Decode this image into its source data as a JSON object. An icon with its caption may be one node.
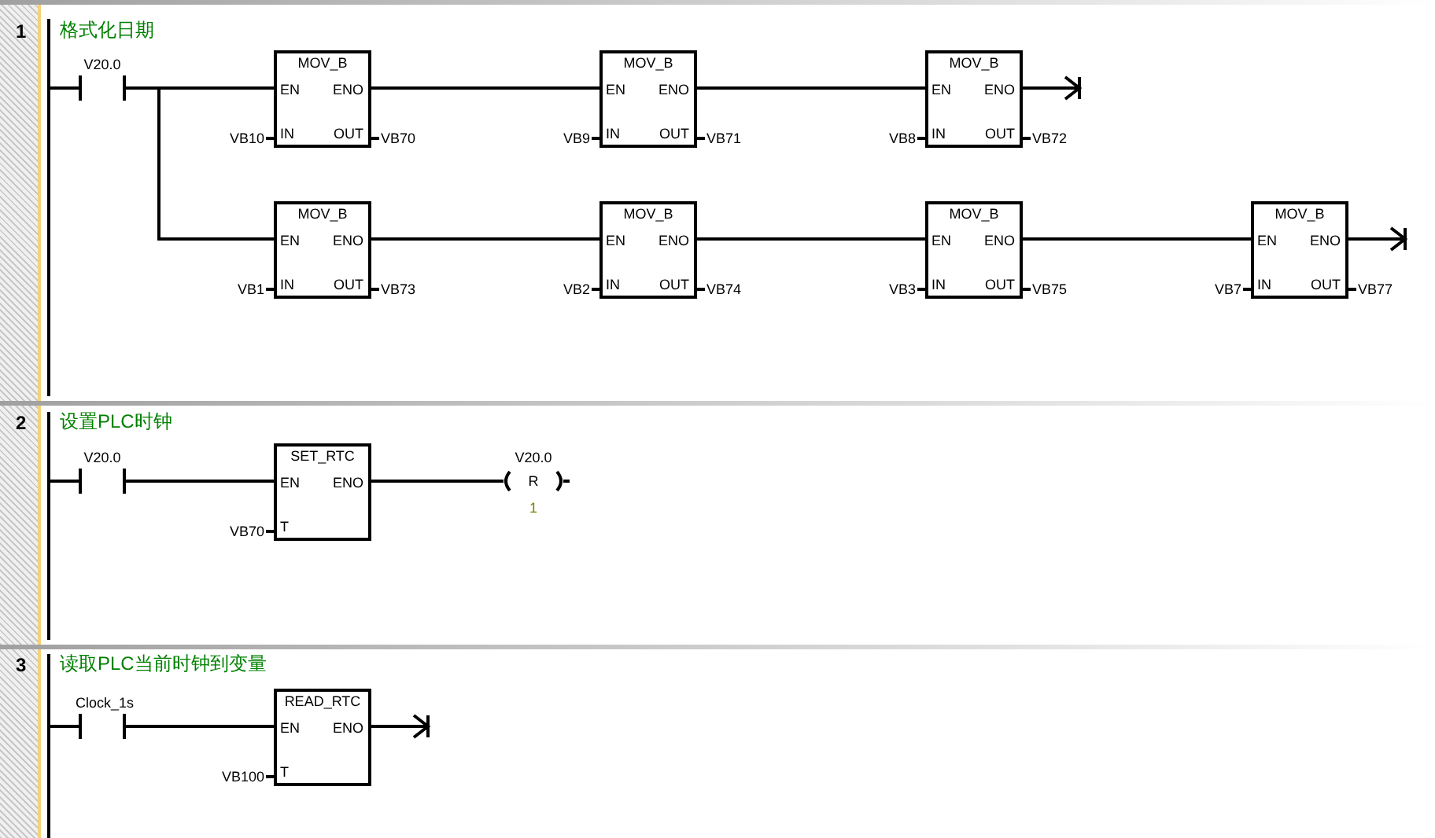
{
  "diagram": {
    "nodes": [
      {
        "text": [],
        "shape": "bar"
      },
      {
        "text": [
          "V20.0"
        ]
      },
      {
        "text": [
          "MOV_B",
          "EN",
          "ENO",
          "IN",
          "OUT"
        ],
        "beside": [
          "VB10",
          "VB70"
        ]
      },
      {
        "text": [
          "MOV_B",
          "EN",
          "ENO",
          "IN",
          "OUT"
        ],
        "beside": [
          "VB9",
          "VB71"
        ]
      },
      {
        "text": [
          "MOV_B",
          "EN",
          "ENO",
          "IN",
          "OUT"
        ],
        "beside": [
          "VB8",
          "VB72"
        ]
      },
      {
        "text": [
          "MOV_B",
          "EN",
          "ENO",
          "IN",
          "OUT"
        ],
        "beside": [
          "VB1",
          "VB73"
        ]
      },
      {
        "text": [
          "MOV_B",
          "EN",
          "ENO",
          "IN",
          "OUT"
        ],
        "beside": [
          "VB2",
          "VB74"
        ]
      },
      {
        "text": [
          "MOV_B",
          "EN",
          "ENO",
          "IN",
          "OUT"
        ],
        "beside": [
          "VB3",
          "VB75"
        ]
      },
      {
        "text": [
          "MOV_B",
          "EN",
          "ENO",
          "IN",
          "OUT"
        ],
        "beside": [
          "VB7",
          "VB77"
        ]
      },
      {
        "text": [],
        "shape": "bar"
      },
      {
        "text": [
          "V20.0"
        ]
      },
      {
        "text": [
          "SET_RTC",
          "EN",
          "ENO",
          "T"
        ],
        "beside": [
          "VB70"
        ]
      },
      {
        "text": [
          "V20.0",
          "R",
          "1"
        ]
      },
      {
        "text": [],
        "shape": "bar"
      },
      {
        "text": [
          "Clock_1s"
        ]
      },
      {
        "text": [
          "READ_RTC",
          "EN",
          "ENO",
          "T"
        ],
        "beside": [
          "VB100"
        ]
      }
    ],
    "edges": [
      {
        "from": 0,
        "to": 1,
        "arrow": "none"
      },
      {
        "from": 1,
        "to": 2,
        "arrow": "none"
      },
      {
        "from": 2,
        "to": 3,
        "arrow": "none"
      },
      {
        "from": 3,
        "to": 4,
        "arrow": "none"
      },
      {
        "from": 4,
        "to": null,
        "arrow": "to"
      },
      {
        "from": 1,
        "to": 5,
        "arrow": "none"
      },
      {
        "from": 5,
        "to": 6,
        "arrow": "none"
      },
      {
        "from": 6,
        "to": 7,
        "arrow": "none"
      },
      {
        "from": 7,
        "to": 8,
        "arrow": "none"
      },
      {
        "from": 8,
        "to": null,
        "arrow": "to"
      },
      {
        "from": 9,
        "to": 10,
        "arrow": "none"
      },
      {
        "from": 10,
        "to": 11,
        "arrow": "none"
      },
      {
        "from": 11,
        "to": 12,
        "arrow": "none"
      },
      {
        "from": 13,
        "to": 14,
        "arrow": "none"
      },
      {
        "from": 14,
        "to": 15,
        "arrow": "none"
      },
      {
        "from": 15,
        "to": null,
        "arrow": "to"
      }
    ],
    "labels": [
      "1",
      "格式化日期",
      "2",
      "设置PLC时钟",
      "3",
      "读取PLC当前时钟到变量"
    ]
  }
}
